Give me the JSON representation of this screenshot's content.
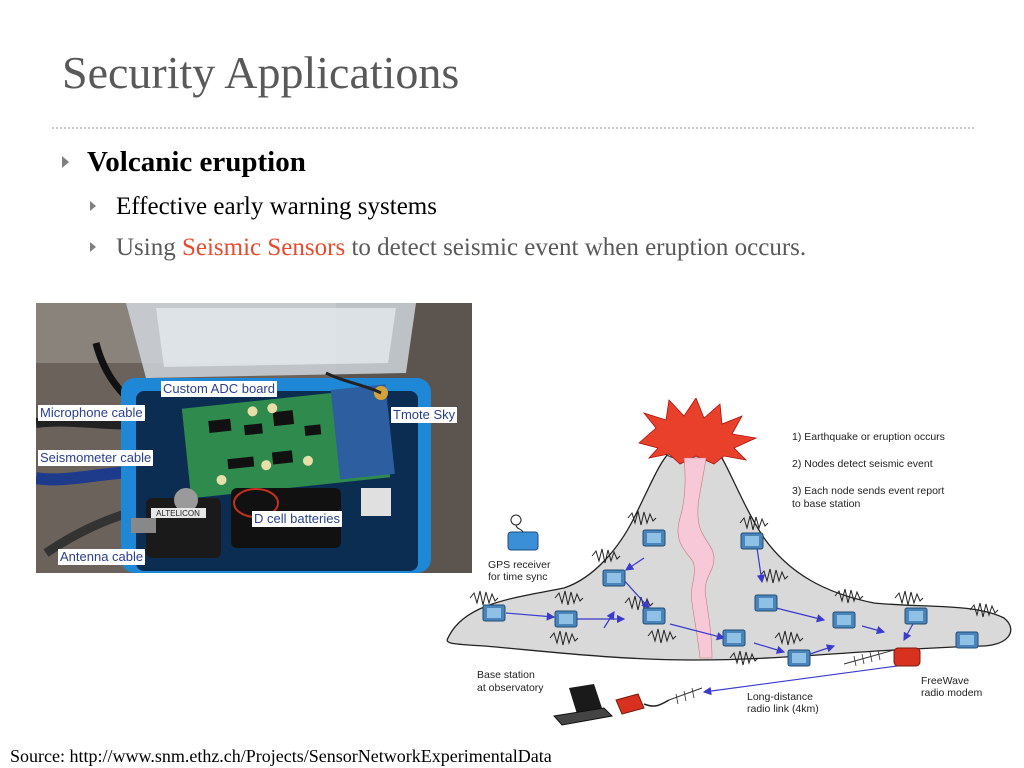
{
  "slide": {
    "title": "Security Applications",
    "bullets": {
      "main": "Volcanic eruption",
      "sub1": "Effective early warning systems",
      "sub2_prefix": "Using ",
      "sub2_highlight": "Seismic Sensors",
      "sub2_suffix": " to detect seismic event when eruption occurs."
    },
    "source": "Source: http://www.snm.ethz.ch/Projects/SensorNetworkExperimentalData"
  },
  "photo": {
    "labels": {
      "adc": "Custom ADC board",
      "mic": "Microphone cable",
      "tmote": "Tmote Sky",
      "seismometer": "Seismometer cable",
      "battery_brand": "ALTELICON",
      "batteries": "D cell batteries",
      "antenna": "Antenna cable"
    }
  },
  "diagram": {
    "steps": {
      "s1": "1) Earthquake or eruption occurs",
      "s2": "2) Nodes detect seismic event",
      "s3a": "3) Each node sends event report",
      "s3b": "to base station"
    },
    "gps": {
      "l1": "GPS receiver",
      "l2": "for time sync"
    },
    "base": {
      "l1": "Base station",
      "l2": "at observatory"
    },
    "link": {
      "l1": "Long-distance",
      "l2": "radio link (4km)"
    },
    "modem": {
      "l1": "FreeWave",
      "l2": "radio modem"
    }
  },
  "colors": {
    "title": "#595959",
    "highlight": "#e64b2d",
    "callout_text": "#2a3f8f",
    "eruption": "#e8402a",
    "mountain": "#d9d9d9",
    "magma": "#f6c8d8",
    "node": "#4a84b8",
    "arrow": "#3a3acc"
  }
}
